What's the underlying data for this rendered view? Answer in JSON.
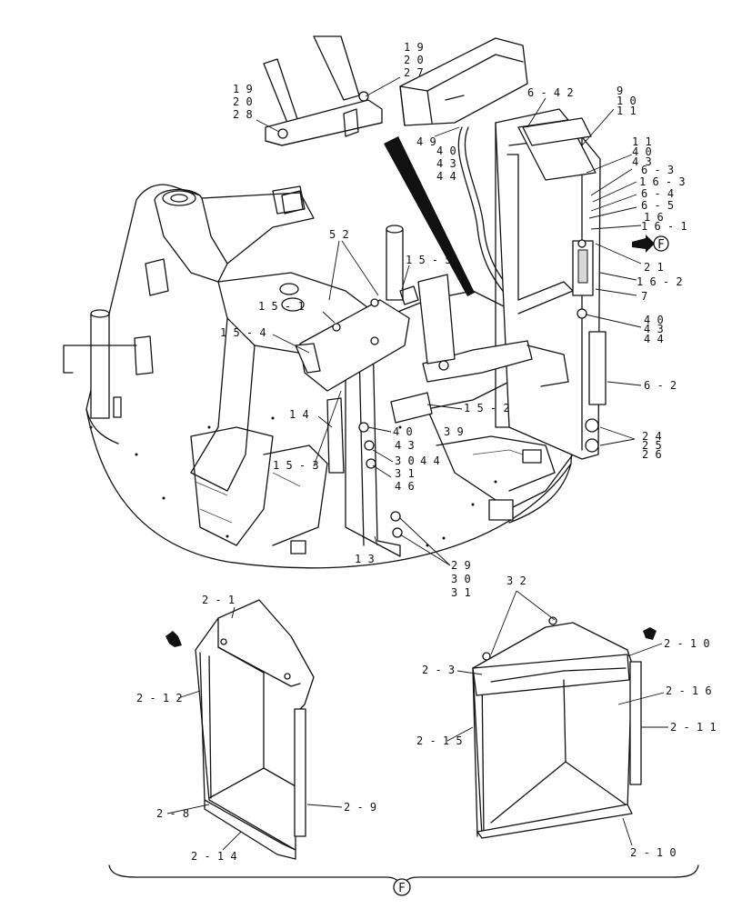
{
  "labels": {
    "l19a": "1 9",
    "l20a": "2 0",
    "l27": "2 7",
    "l19b": "1 9",
    "l20b": "2 0",
    "l28": "2 8",
    "l6_42": "6 - 4 2",
    "l9": "9",
    "l10": "1 0",
    "l11": "1 1",
    "l49": "4 9",
    "l40a": "4 0",
    "l43a": "4 3",
    "l44a": "4 4",
    "l11b": "1 1",
    "l40b": "4 0",
    "l43b": "4 3",
    "l6_3": "6 - 3",
    "l16_3": "1 6 - 3",
    "l6_4": "6 - 4",
    "l6_5": "6 - 5",
    "l16": "1 6",
    "l16_1": "1 6 - 1",
    "l21": "2 1",
    "l16_2": "1 6 - 2",
    "l7": "7",
    "l40c": "4 0",
    "l43c": "4 3",
    "l44c": "4 4",
    "l6_2": "6 - 2",
    "l24": "2 4",
    "l25": "2 5",
    "l26": "2 6",
    "l52": "5 2",
    "l15_5": "1 5 - 5",
    "l15_1": "1 5 - 1",
    "l15_4": "1 5 - 4",
    "l15_2": "1 5 - 2",
    "l14": "1 4",
    "l15_3": "1 5 - 3",
    "l40d": "4 0",
    "l39": "3 9",
    "l43d": "4 3",
    "l30a": "3 0",
    "l44d": "4 4",
    "l31a": "3 1",
    "l46": "4 6",
    "l13": "1 3",
    "l29": "2 9",
    "l30b": "3 0",
    "l31b": "3 1",
    "l2_1": "2 - 1",
    "l2_12": "2 - 1 2",
    "l2_8": "2 - 8",
    "l2_14": "2 - 1 4",
    "l2_9": "2 - 9",
    "l32": "3 2",
    "l2_3": "2 - 3",
    "l2_10a": "2 - 1 0",
    "l2_16": "2 - 1 6",
    "l2_15": "2 - 1 5",
    "l2_11": "2 - 1 1",
    "l2_10b": "2 - 1 0"
  },
  "markers": {
    "view_f_top": "F",
    "view_f_bottom": "F"
  },
  "colors": {
    "line": "#111111",
    "background": "#ffffff"
  }
}
